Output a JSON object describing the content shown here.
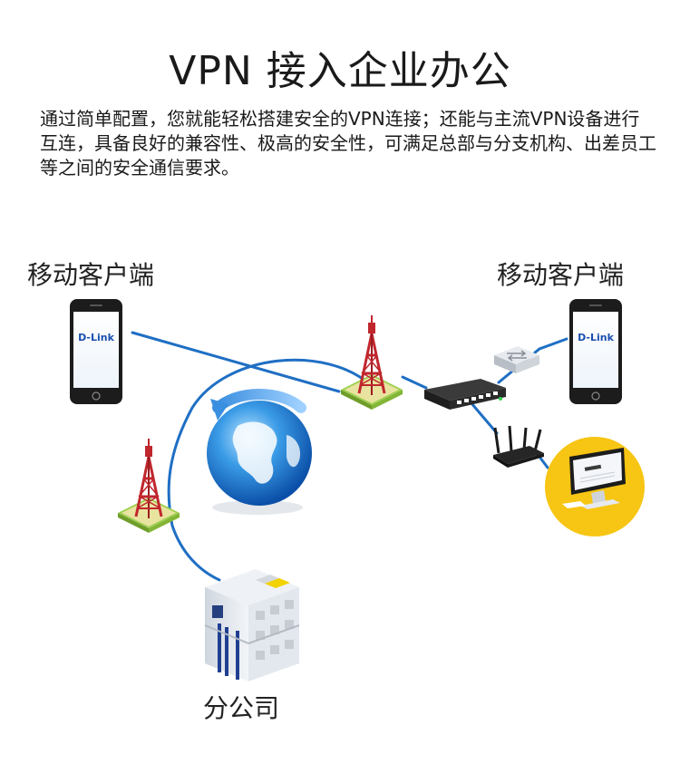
{
  "header": {
    "title": "VPN 接入企业办公",
    "description": "通过简单配置，您就能轻松搭建安全的VPN连接；还能与主流VPN设备进行互连，具备良好的兼容性、极高的安全性，可满足总部与分支机构、出差员工等之间的安全通信要求。"
  },
  "labels": {
    "mobile_left": "移动客户端",
    "mobile_right": "移动客户端",
    "branch": "分公司"
  },
  "devices": {
    "phone_brand": "D-Link"
  },
  "colors": {
    "link_line": "#1f6fc4",
    "tower": "#c0272d",
    "monitor_bg": "#f7c513"
  }
}
